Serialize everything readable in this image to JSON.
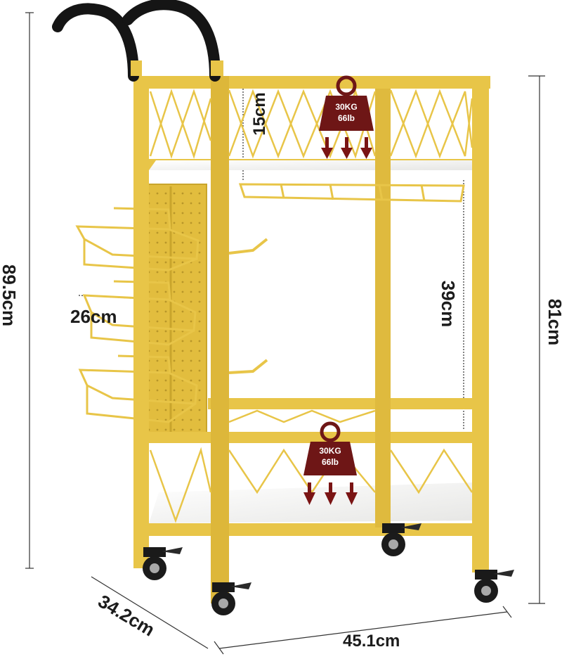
{
  "dimensions": {
    "total_height": "89.5cm",
    "body_height": "81cm",
    "depth": "34.2cm",
    "width": "45.1cm",
    "top_shelf_height": "15cm",
    "shelf_gap": "39cm",
    "rack_width": "26cm"
  },
  "load_badges": {
    "top": {
      "kg": "30KG",
      "lb": "66lb"
    },
    "bottom": {
      "kg": "30KG",
      "lb": "66lb"
    }
  },
  "colors": {
    "frame": "#e8c548",
    "frame_dark": "#c9a52c",
    "handle": "#151515",
    "weight": "#6e1616",
    "arrow": "#7a1414",
    "shelf": "#f4f4f2"
  }
}
